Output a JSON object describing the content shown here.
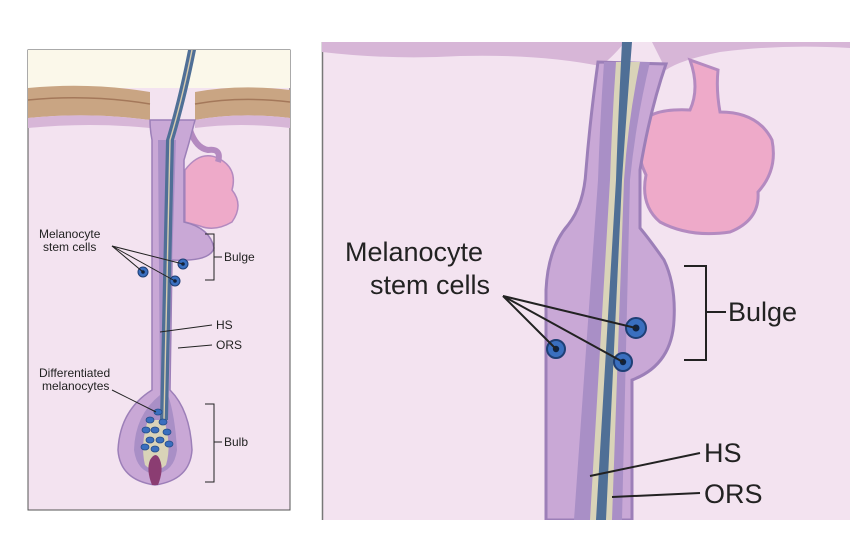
{
  "left_panel": {
    "labels": {
      "melanocyte_stem_cells_line1": "Melanocyte",
      "melanocyte_stem_cells_line2": "stem cells",
      "bulge": "Bulge",
      "hs": "HS",
      "ors": "ORS",
      "differentiated_line1": "Differentiated",
      "differentiated_line2": "melanocytes",
      "bulb": "Bulb"
    }
  },
  "right_panel": {
    "labels": {
      "melanocyte_stem_cells_line1": "Melanocyte",
      "melanocyte_stem_cells_line2": "stem cells",
      "bulge": "Bulge",
      "hs": "HS",
      "ors": "ORS"
    }
  },
  "colors": {
    "dermis": "#f3e3f0",
    "follicle_outer": "#c9a8d6",
    "follicle_mid": "#a98fc6",
    "hair_shaft": "#4f6f96",
    "sebaceous_gland": "#eeaac9",
    "stem_cell": "#3a6fbf",
    "skin_top": "#c9a583",
    "dermal_papilla": "#8b3d72"
  }
}
